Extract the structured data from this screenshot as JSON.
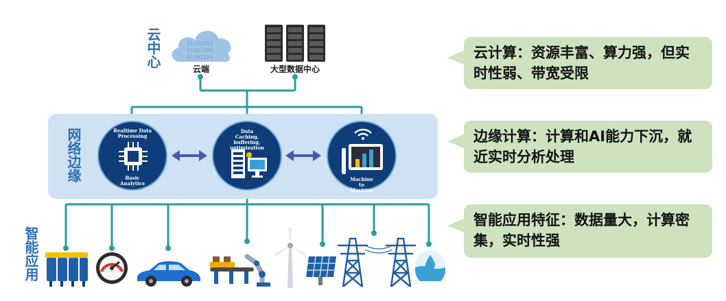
{
  "cloud_center": {
    "side_label": "云中心",
    "cloud_label": "云端",
    "datacenter_label": "大型数据中心",
    "cloud_binary": "01101001\n01101000\n01101100"
  },
  "edge": {
    "side_label": "网络边缘",
    "nodes": [
      {
        "top_text": "Realtime Data Processing",
        "bottom_text": "Basic Analytics"
      },
      {
        "top_text": "Data Caching, buffering, optimization",
        "bottom_text": ""
      },
      {
        "top_text": "",
        "bottom_text": "Machine to Machine"
      }
    ]
  },
  "apps": {
    "side_label": "智能应用",
    "icons": [
      "chip-array-icon",
      "gauge-icon",
      "car-icon",
      "robot-arm-conveyor-icon",
      "wind-turbine-icon",
      "solar-panel-icon",
      "transmission-tower-icon",
      "transmission-tower-icon",
      "water-drop-icon"
    ]
  },
  "callouts": [
    {
      "text": "云计算：资源丰富、算力强，但实时性弱、带宽受限"
    },
    {
      "text": "边缘计算：计算和AI能力下沉，就近实时分析处理"
    },
    {
      "text": "智能应用特征：数据量大，计算密集，实时性强"
    }
  ],
  "colors": {
    "line": "#2a9d9a",
    "node_fill": "#0f3d7a",
    "band": "#cfe2f3",
    "callout": "#cfe2c0",
    "label_blue": "#2f6fb5",
    "arrow": "#4a5aa8"
  }
}
